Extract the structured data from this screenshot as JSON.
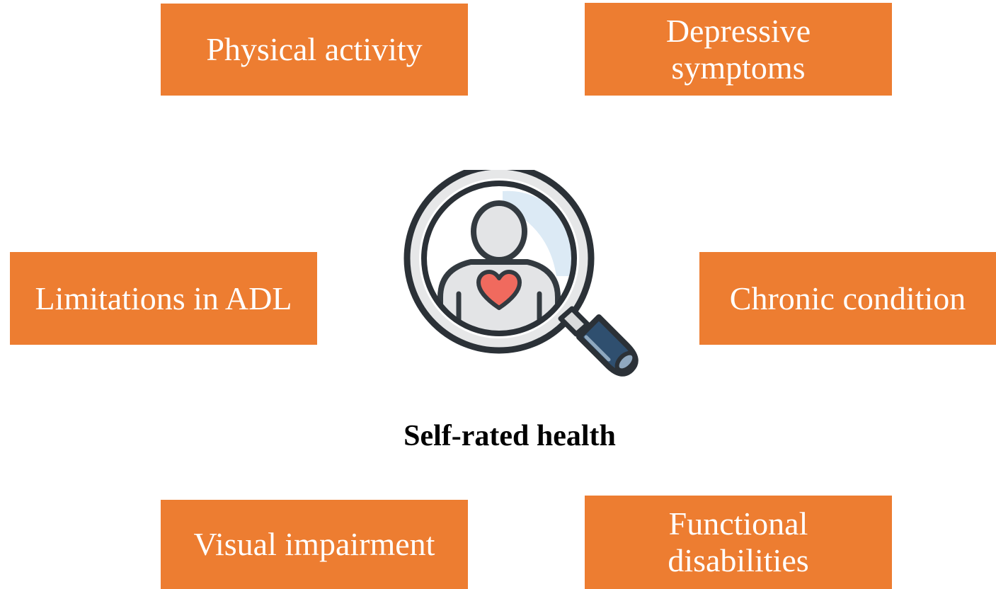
{
  "factors": {
    "physical_activity": "Physical activity",
    "depressive_symptoms": "Depressive\nsymptoms",
    "limitations_adl": "Limitations in ADL",
    "chronic_condition": "Chronic condition",
    "visual_impairment": "Visual impairment",
    "functional_disabilities": "Functional\ndisabilities"
  },
  "center": {
    "label": "Self-rated health",
    "icon": "magnifier-person-heart-icon"
  },
  "colors": {
    "box_fill": "#ED7D31",
    "box_text": "#FFFFFF",
    "heart": "#F06A5E",
    "handle": "#2F4F6F"
  }
}
